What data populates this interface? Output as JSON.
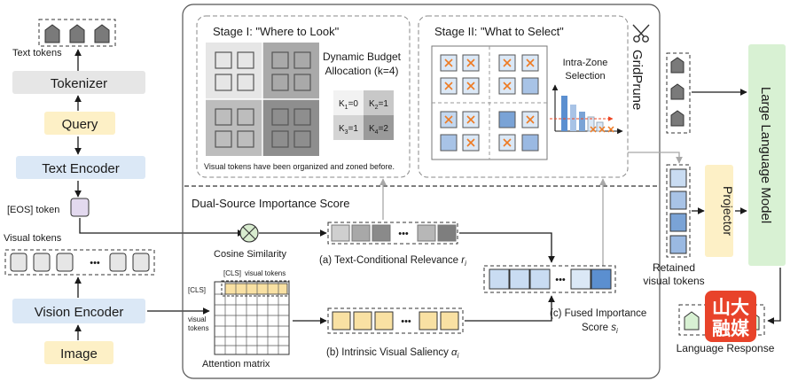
{
  "left_pipeline": {
    "text_tokens_label": "Text tokens",
    "tokenizer": "Tokenizer",
    "query": "Query",
    "text_encoder": "Text Encoder",
    "eos_token": "[EOS] token",
    "visual_tokens_label": "Visual tokens",
    "vision_encoder": "Vision Encoder",
    "image": "Image",
    "ellipsis": "•••"
  },
  "gridprune": {
    "name": "GridPrune",
    "stage1": {
      "title": "Stage I: \"Where to Look\"",
      "budget_line1": "Dynamic Budget",
      "budget_line2": "Allocation (k=4)",
      "k_labels": [
        {
          "sym": "K",
          "sub": "1",
          "val": "=0"
        },
        {
          "sym": "K",
          "sub": "2",
          "val": "=1"
        },
        {
          "sym": "K",
          "sub": "3",
          "val": "=1"
        },
        {
          "sym": "K",
          "sub": "4",
          "val": "=2"
        }
      ],
      "note": "Visual tokens have been organized and zoned before."
    },
    "stage2": {
      "title": "Stage II: \"What to Select\"",
      "selection_line1": "Intra-Zone",
      "selection_line2": "Selection"
    }
  },
  "dual_source": {
    "title": "Dual-Source Importance Score",
    "cosine": "Cosine Similarity",
    "relevance": {
      "text": "(a) Text-Conditional Relevance ",
      "symbol": "r",
      "sub": "i"
    },
    "saliency": {
      "text": "(b) Intrinsic Visual Saliency ",
      "symbol": "α",
      "sub": "i"
    },
    "fused_line1": "(c) Fused Importance",
    "fused_line2": {
      "text": "Score ",
      "symbol": "s",
      "sub": "i"
    },
    "attn": {
      "cls_top": "[CLS]",
      "visual_top": "visual tokens",
      "cls_left": "[CLS]",
      "visual_left1": "visual",
      "visual_left2": "tokens",
      "caption": "Attention matrix"
    },
    "ellipsis": "•••"
  },
  "right_pipeline": {
    "projector": "Projector",
    "llm": "Large Language Model",
    "retained_line1": "Retained",
    "retained_line2": "visual tokens",
    "response": "Language Response"
  },
  "watermark": {
    "line1": "山大",
    "line2": "融媒"
  },
  "colors": {
    "blue_box": "#dbe8f6",
    "yellow_box": "#fdf0c6",
    "gray_box": "#e6e6e6",
    "green_box": "#d8f1d3",
    "eos_box": "#e3d9ef",
    "token_yellow": "#f9e1a3",
    "token_blue_light": "#c9dcf2",
    "token_blue_dark": "#5b8fd0",
    "watermark_red": "#e8432a"
  }
}
